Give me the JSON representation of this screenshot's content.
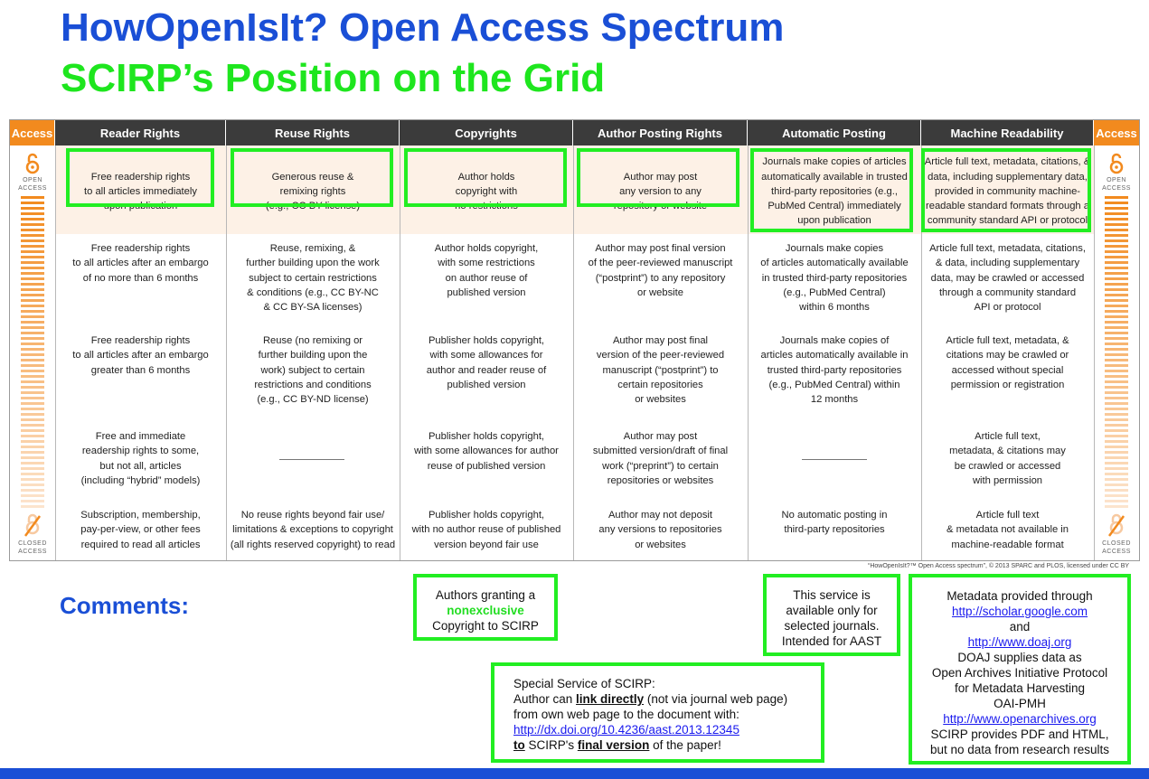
{
  "title": {
    "line1": "HowOpenIsIt? Open Access Spectrum",
    "line2": "SCIRP’s Position on the Grid"
  },
  "grid": {
    "side_header": "Access",
    "open_label": "OPEN\nACCESS",
    "closed_label": "CLOSED\nACCESS",
    "columns": [
      "Reader Rights",
      "Reuse Rights",
      "Copyrights",
      "Author Posting Rights",
      "Automatic Posting",
      "Machine Readability"
    ],
    "rows": [
      [
        "Free readership rights\nto all articles immediately\nupon publication",
        "Generous reuse &\nremixing rights\n(e.g., CC BY license)",
        "Author holds\ncopyright with\nno restrictions",
        "Author may post\nany version to any\nrepository or website",
        "Journals make copies of articles\nautomatically available in trusted\nthird-party repositories (e.g.,\nPubMed Central) immediately\nupon publication",
        "Article full text, metadata, citations, &\ndata, including supplementary data,\nprovided in community machine-\nreadable standard formats through a\ncommunity standard API or protocol"
      ],
      [
        "Free readership rights\nto all articles after an embargo\nof no more than 6 months",
        "Reuse, remixing, &\nfurther building upon the work\nsubject to certain restrictions\n& conditions (e.g., CC BY-NC\n& CC BY-SA licenses)",
        "Author holds copyright,\nwith some restrictions\non author reuse of\npublished version",
        "Author may post final version\nof the peer-reviewed manuscript\n(“postprint”) to any repository\nor website",
        "Journals make copies\nof articles automatically available\nin trusted third-party repositories\n(e.g., PubMed Central)\nwithin 6 months",
        "Article full text, metadata, citations,\n& data, including supplementary\ndata, may be crawled or accessed\nthrough a community standard\nAPI or protocol"
      ],
      [
        "Free readership rights\nto all articles after an embargo\ngreater than 6 months",
        "Reuse (no remixing or\nfurther building upon the\nwork) subject to certain\nrestrictions and conditions\n(e.g., CC BY-ND license)",
        "Publisher holds copyright,\nwith some allowances for\nauthor and reader reuse of\npublished version",
        "Author may post final\nversion of the peer-reviewed\nmanuscript (“postprint”) to\ncertain repositories\nor websites",
        "Journals make copies of\narticles automatically available in\ntrusted third-party repositories\n(e.g., PubMed Central) within\n12 months",
        "Article full text, metadata, &\ncitations may be crawled or\naccessed without special\npermission or registration"
      ],
      [
        "Free and immediate\nreadership rights to some,\nbut not all, articles\n(including “hybrid” models)",
        "",
        "Publisher holds copyright,\nwith some allowances for author\nreuse of published version",
        "Author may post\nsubmitted version/draft of final\nwork (“preprint”) to certain\nrepositories or websites",
        "",
        "Article full text,\nmetadata, & citations may\nbe crawled or accessed\nwith permission"
      ],
      [
        "Subscription,  membership,\npay-per-view, or other fees\nrequired to read all articles",
        "No reuse rights beyond fair use/\nlimitations & exceptions to copyright\n(all rights reserved copyright) to read",
        "Publisher holds copyright,\nwith no author reuse of published\nversion beyond fair use",
        "Author may not deposit\nany versions to repositories\nor websites",
        "No automatic posting in\nthird-party repositories",
        "Article full text\n& metadata not available in\nmachine-readable format"
      ]
    ],
    "footnote": "“HowOpenIsIt?™ Open Access spectrum”, © 2013 SPARC and PLOS, licensed under CC BY"
  },
  "comments": {
    "label": "Comments:",
    "box_copyright": {
      "line1": "Authors granting a",
      "highlight": "nonexclusive",
      "line3": "Copyright to SCIRP"
    },
    "box_service": {
      "text": "This service is\navailable only for\nselected journals.\nIntended for AAST"
    },
    "box_metadata": {
      "line1": "Metadata provided through",
      "link1": "http://scholar.google.com",
      "line2": "and",
      "link2": "http://www.doaj.org",
      "line3": "DOAJ supplies data as\nOpen Archives Initiative Protocol\nfor Metadata Harvesting\nOAI-PMH",
      "link3": "http://www.openarchives.org",
      "line4": "SCIRP provides PDF and HTML,\nbut no data from research results"
    },
    "box_special": {
      "line1": "Special Service of SCIRP:",
      "line2a": "Author can ",
      "line2b": "link directly",
      "line2c": " (not via journal web page)",
      "line3": "from own web page to the document with:",
      "link": "http://dx.doi.org/10.4236/aast.2013.12345",
      "line5a": "to",
      "line5b": " SCIRP's ",
      "line5c": "final version",
      "line5d": " of the paper!"
    }
  },
  "colors": {
    "title_blue": "#1a4fd6",
    "title_green": "#1ee61e",
    "box_green": "#22ee22",
    "access_orange": "#f28a1e",
    "header_dark": "#3b3b3b"
  }
}
